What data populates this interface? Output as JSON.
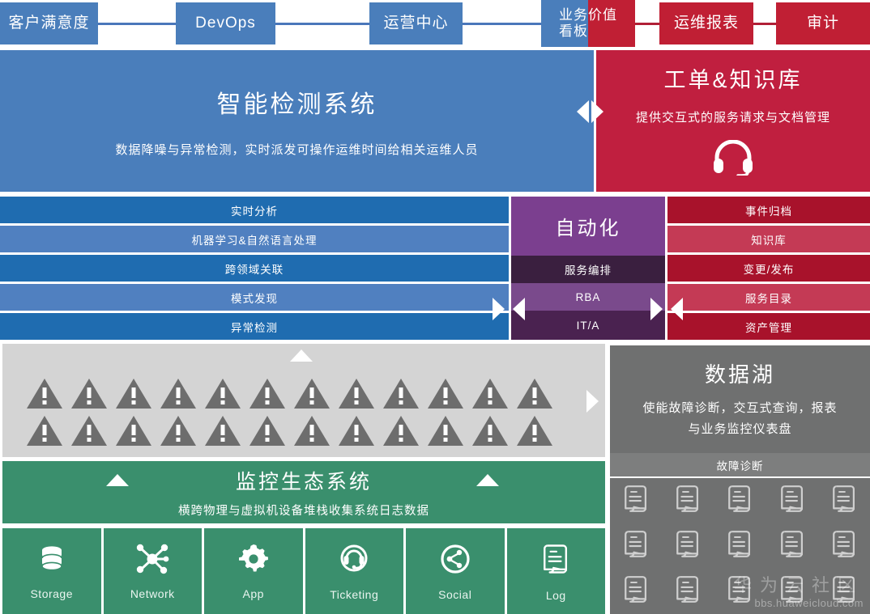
{
  "top_row": {
    "boxes": [
      {
        "label": "客户满意度",
        "style": "blue"
      },
      {
        "label": "DevOps",
        "style": "blue"
      },
      {
        "label": "运营中心",
        "style": "blue"
      },
      {
        "label": "业务价值\n看板",
        "style": "split"
      },
      {
        "label": "运维报表",
        "style": "red"
      },
      {
        "label": "审计",
        "style": "red"
      }
    ]
  },
  "hero_blue": {
    "title": "智能检测系统",
    "subtitle": "数据降噪与异常检测，实时派发可操作运维时间给相关运维人员",
    "color": "#4a7ebb",
    "stripes": [
      {
        "label": "实时分析",
        "tone": "dark"
      },
      {
        "label": "机器学习&自然语言处理",
        "tone": "light"
      },
      {
        "label": "跨领域关联",
        "tone": "dark"
      },
      {
        "label": "模式发现",
        "tone": "light"
      },
      {
        "label": "异常检测",
        "tone": "dark"
      }
    ]
  },
  "hero_red": {
    "title": "工单&知识库",
    "subtitle": "提供交互式的服务请求与文档管理",
    "icon": "headset-icon",
    "color": "#c01f3f",
    "stripes": [
      {
        "label": "事件归档",
        "tone": "dark"
      },
      {
        "label": "知识库",
        "tone": "light"
      },
      {
        "label": "变更/发布",
        "tone": "dark"
      },
      {
        "label": "服务目录",
        "tone": "light"
      },
      {
        "label": "资产管理",
        "tone": "dark"
      }
    ]
  },
  "automation": {
    "title": "自动化",
    "color": "#7b3f8f",
    "items": [
      {
        "label": "服务编排",
        "tone": "deepdark"
      },
      {
        "label": "RBA",
        "tone": "mid"
      },
      {
        "label": "IT/A",
        "tone": "deep"
      }
    ]
  },
  "alerts": {
    "icon": "warning-triangle-icon",
    "row1_count": 12,
    "row2_count": 12,
    "background": "#d4d4d4"
  },
  "data_lake": {
    "title": "数据湖",
    "subtitle_line1": "使能故障诊断，交互式查询，报表",
    "subtitle_line2": "与业务监控仪表盘",
    "sub_item": "故障诊断",
    "color": "#6f7070",
    "scroll_icon": "scroll-document-icon",
    "scroll_rows": 3,
    "scroll_cols": 5
  },
  "monitoring": {
    "title": "监控生态系统",
    "subtitle": "横跨物理与虚拟机设备堆栈收集系统日志数据",
    "color": "#3a8f6d",
    "sources": [
      {
        "label": "Storage",
        "icon": "database-icon"
      },
      {
        "label": "Network",
        "icon": "network-nodes-icon"
      },
      {
        "label": "App",
        "icon": "gear-icon"
      },
      {
        "label": "Ticketing",
        "icon": "headset-agent-icon"
      },
      {
        "label": "Social",
        "icon": "share-icon"
      },
      {
        "label": "Log",
        "icon": "scroll-document-icon"
      }
    ]
  },
  "watermark": {
    "cn": "华为云社区",
    "url": "bbs.huaweicloud.com"
  }
}
